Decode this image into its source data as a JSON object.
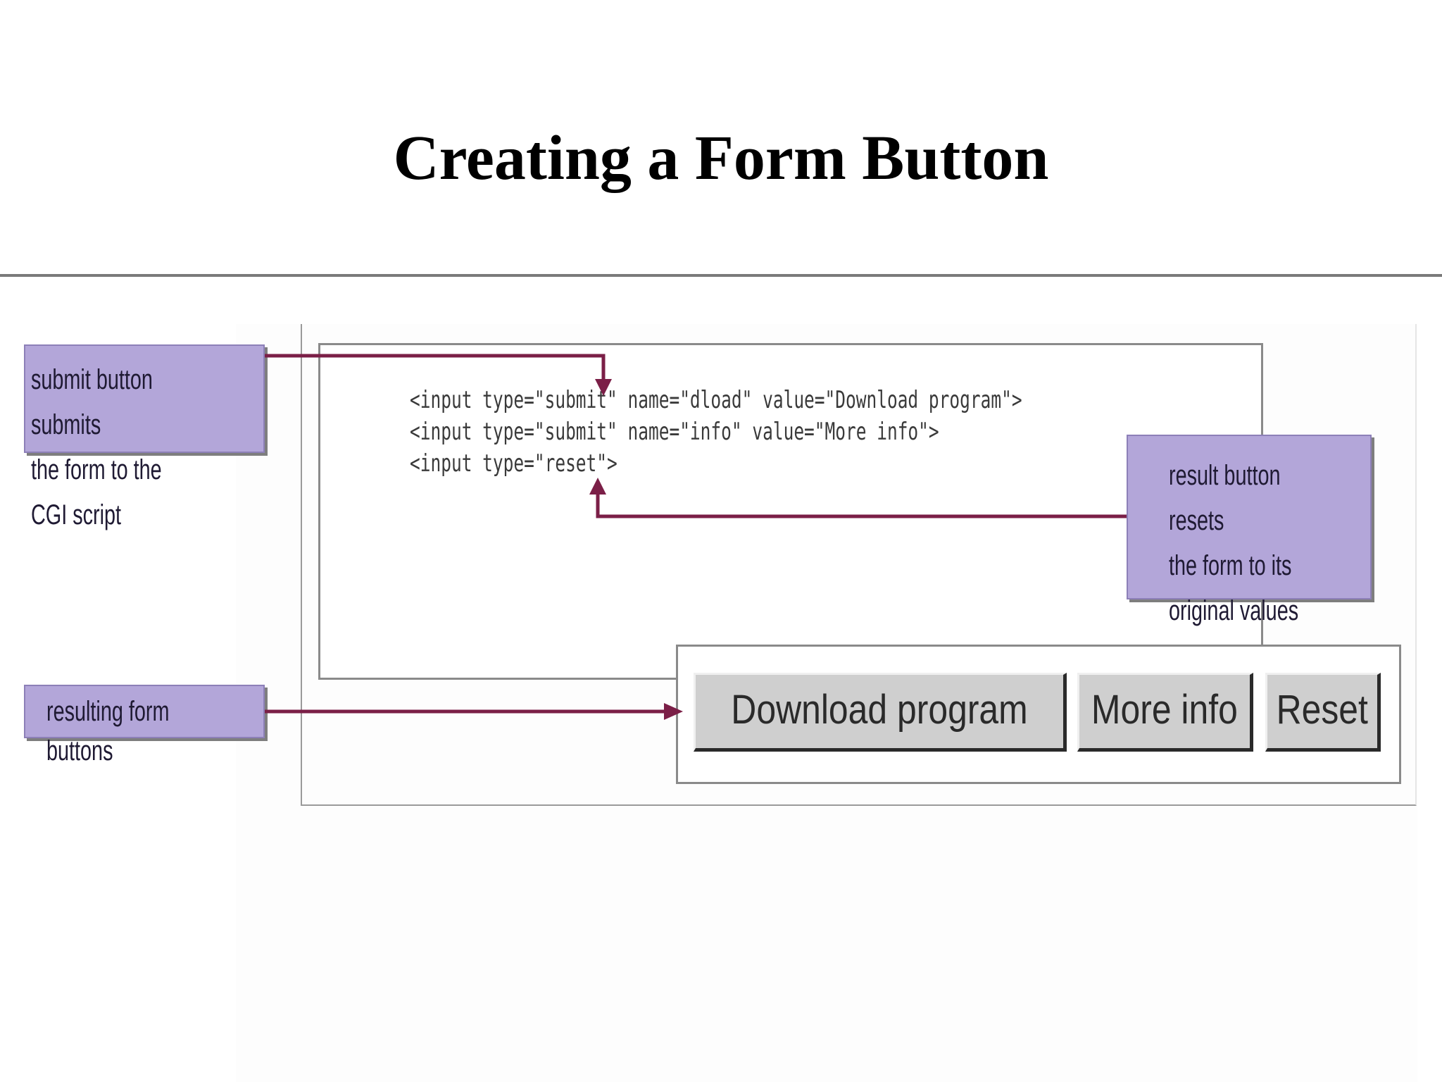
{
  "title": "Creating a Form Button",
  "code_lines": [
    "<input type=\"submit\" name=\"dload\" value=\"Download program\">",
    "<input type=\"submit\" name=\"info\" value=\"More info\">",
    "<input type=\"reset\">"
  ],
  "callouts": {
    "submit": "submit button submits\nthe form to the CGI script",
    "reset": "result button resets\nthe form to its\noriginal values",
    "result": "resulting form buttons"
  },
  "form_buttons": {
    "download": "Download program",
    "more_info": "More info",
    "reset": "Reset"
  },
  "colors": {
    "callout_fill": "#b3a6d9",
    "arrow": "#7b1f47",
    "button_fill": "#cfcfcf"
  }
}
